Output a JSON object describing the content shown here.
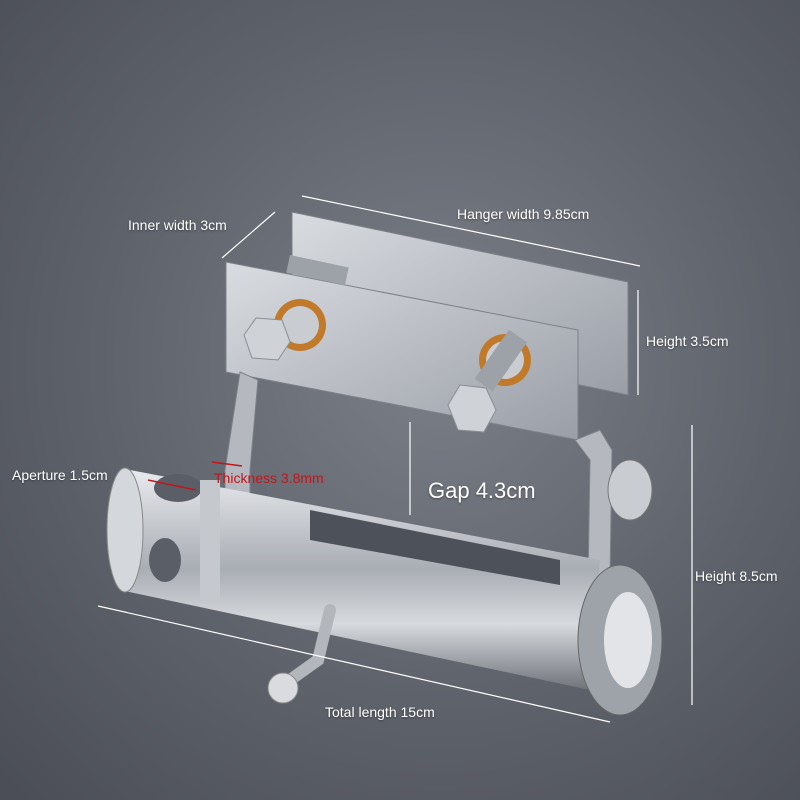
{
  "labels": {
    "inner_width": "Inner width 3cm",
    "hanger_width": "Hanger width 9.85cm",
    "height_top": "Height 3.5cm",
    "aperture": "Aperture 1.5cm",
    "thickness": "Thickness 3.8mm",
    "gap": "Gap 4.3cm",
    "height_total": "Height 8.5cm",
    "total_length": "Total length 15cm"
  },
  "colors": {
    "accent_red": "#c0161c",
    "label": "#ffffff",
    "metal": "#b9bcc2"
  }
}
